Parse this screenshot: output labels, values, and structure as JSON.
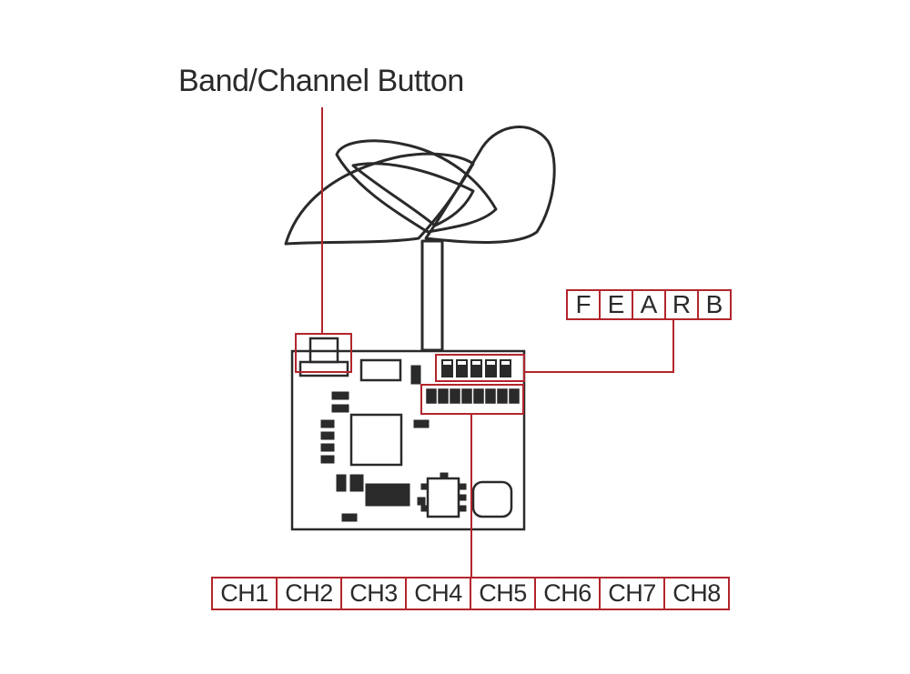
{
  "title": "Band/Channel Button",
  "bands": [
    "F",
    "E",
    "A",
    "R",
    "B"
  ],
  "channels": [
    "CH1",
    "CH2",
    "CH3",
    "CH4",
    "CH5",
    "CH6",
    "CH7",
    "CH8"
  ],
  "colors": {
    "line": "#2a2a2a",
    "callout": "#b3252c",
    "background": "#ffffff"
  }
}
